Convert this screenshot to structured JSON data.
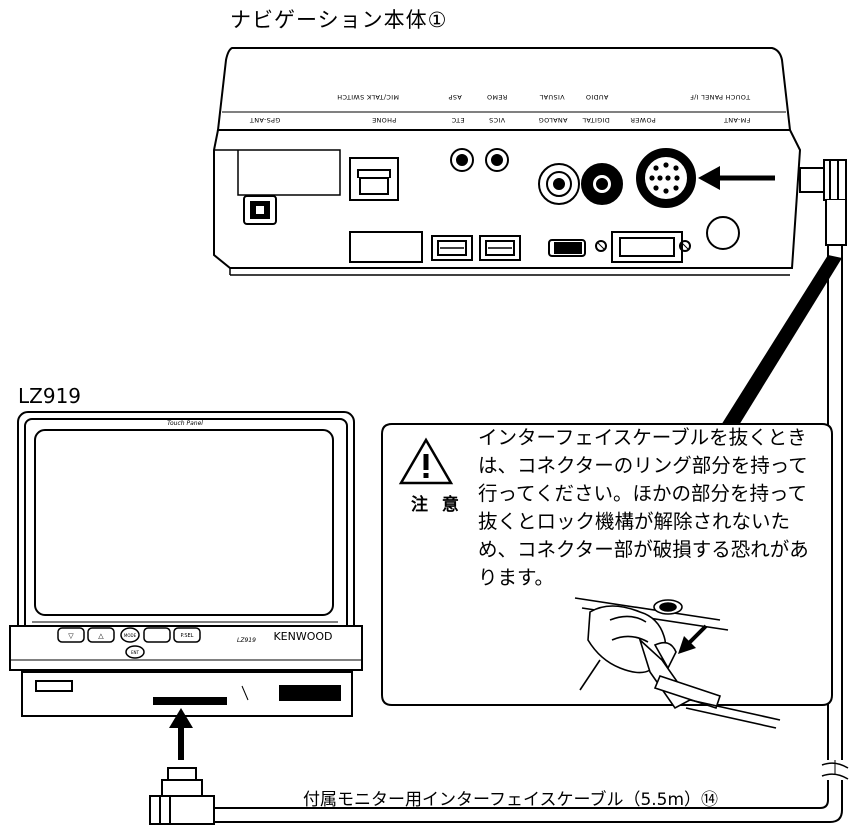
{
  "title": "ナビゲーション本体①",
  "monitor_model": "LZ919",
  "caution": {
    "label": "注 意",
    "text": "インターフェイスケーブルを抜くときは、コネクターのリング部分を持って行ってください。ほかの部分を持って抜くとロック機構が解除されないため、コネクター部が破損する恐れがあります。"
  },
  "cable_label": "付属モニター用インターフェイスケーブル（5.5m）⑭",
  "unit_jacks_upper": [
    "TOUCH PANEL I/F",
    "AUDIO",
    "VISUAL",
    "REMO",
    "ASP",
    "MIC/TALK SWITCH"
  ],
  "unit_jacks_lower": [
    "FM-ANT",
    "POWER",
    "DIGITAL",
    "ANALOG",
    "VICS",
    "ETC",
    "PHONE",
    "GPS-ANT"
  ],
  "monitor_brand": "KENWOOD",
  "monitor_touch_label": "Touch Panel",
  "monitor_model_small": "LZ919",
  "monitor_buttons": [
    "▽",
    "△",
    "MODE",
    "ENT",
    "P.SEL"
  ]
}
